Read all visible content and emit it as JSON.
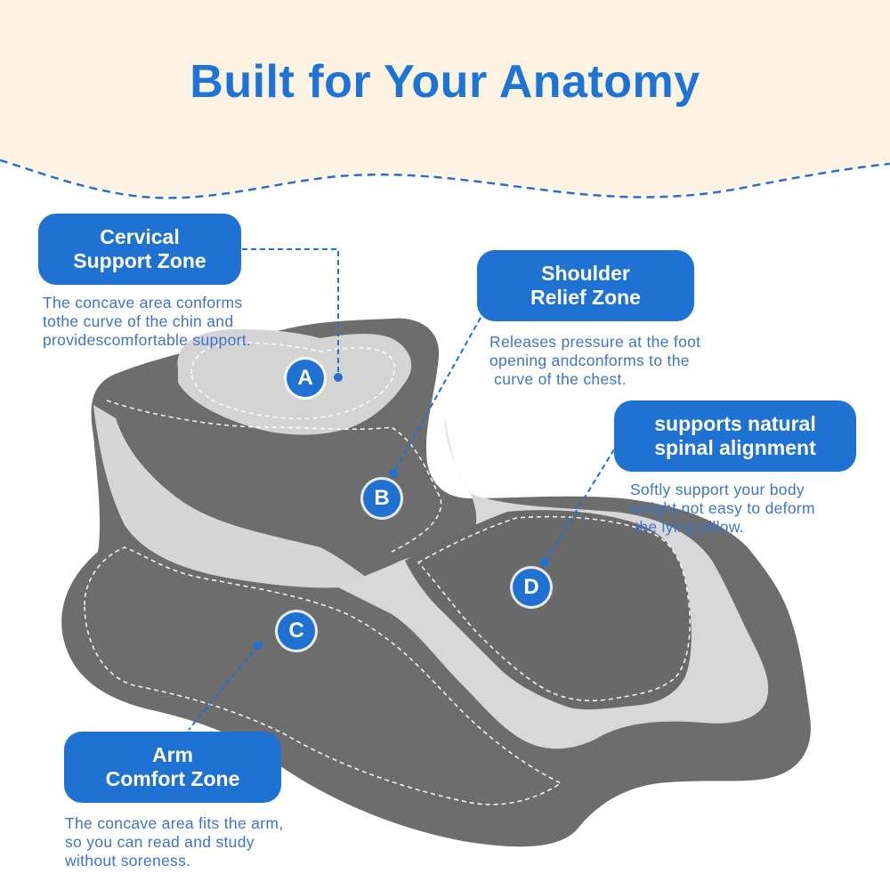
{
  "title": "Built for Your Anatomy",
  "colors": {
    "accent": "#1f72d2",
    "title": "#1e74d6",
    "description": "#3f73c8",
    "header_background": "#fdf3e3",
    "pillow_dark": "#6e6e6e",
    "pillow_light": "#d9d9d9"
  },
  "zones": [
    {
      "marker": "A",
      "title_line1": "Cervical",
      "title_line2": "Support Zone",
      "description": "The concave area conforms\ntothe curve of the chin and\nprovidescomfortable support."
    },
    {
      "marker": "B",
      "title_line1": "Shoulder",
      "title_line2": "Relief Zone",
      "description": "Releases pressure at the foot\nopening andconforms to the\n curve of the chest."
    },
    {
      "marker": "C",
      "title_line1": "Arm",
      "title_line2": "Comfort Zone",
      "description": "The concave area fits the arm,\nso you can read and study\nwithout soreness."
    },
    {
      "marker": "D",
      "title_line1": "supports natural",
      "title_line2": "spinal alignment",
      "description": "Softly support your body\nweight,not easy to deform\n the lying pillow."
    }
  ]
}
